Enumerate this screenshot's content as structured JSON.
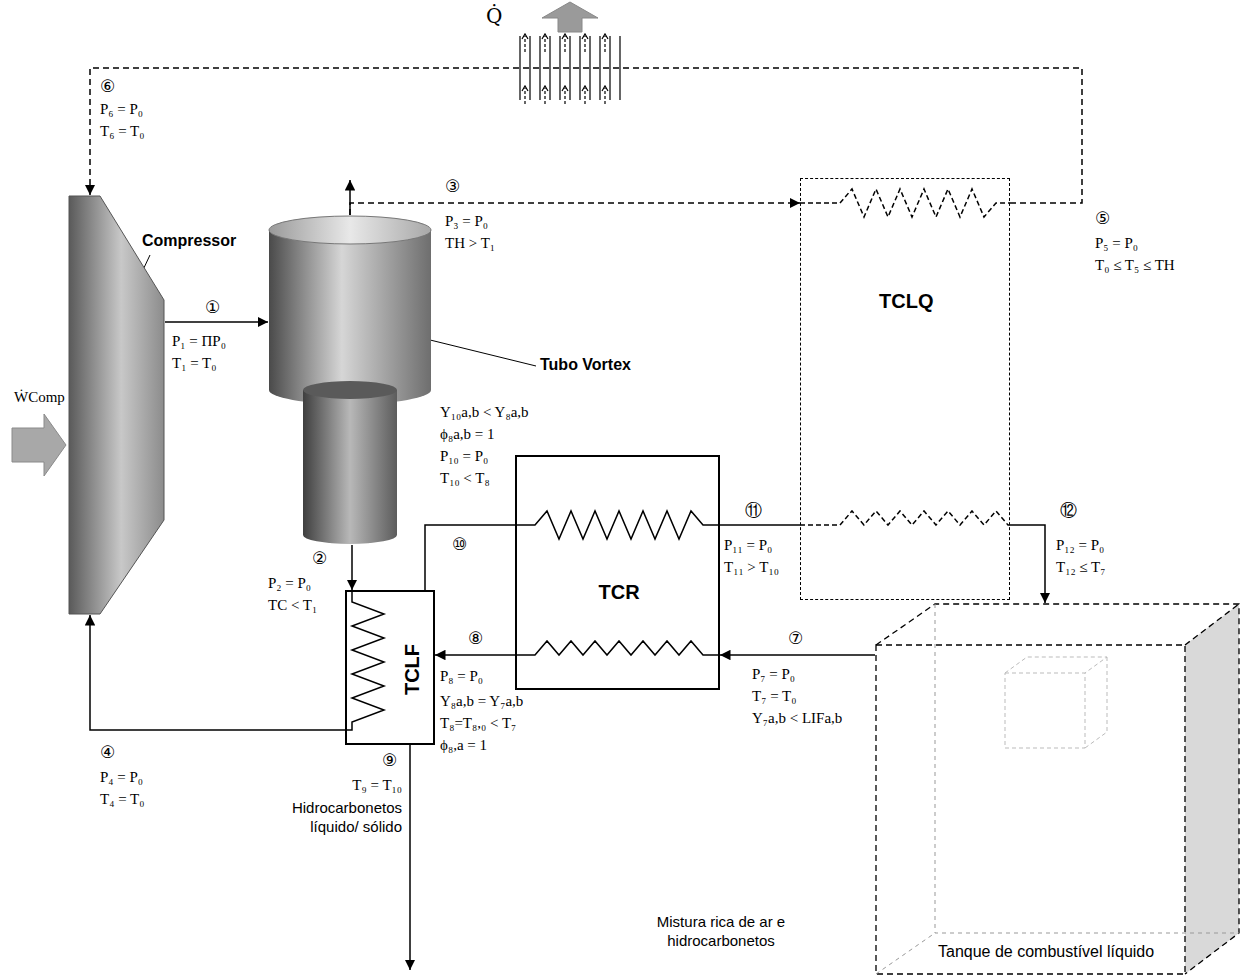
{
  "diagram": {
    "nodes": [
      {
        "text": [
          "Compressor"
        ]
      },
      {
        "text": [
          "Tubo Vortex"
        ]
      },
      {
        "text": [
          "TCLQ"
        ]
      },
      {
        "text": [
          "TCLF"
        ]
      },
      {
        "text": [
          "TCR"
        ]
      },
      {
        "text": [
          "Tanque de combustível líquido"
        ]
      }
    ],
    "edges": [
      {
        "from": 0,
        "to": 1,
        "arrow": "to"
      },
      {
        "from": 1,
        "to": 2,
        "arrow": "to"
      },
      {
        "from": 1,
        "to": 3,
        "arrow": "to"
      },
      {
        "from": 3,
        "to": 0,
        "arrow": "to"
      },
      {
        "from": 2,
        "to": 0,
        "arrow": "to"
      },
      {
        "from": 5,
        "to": 4,
        "arrow": "to"
      },
      {
        "from": 4,
        "to": 3,
        "arrow": "to"
      },
      {
        "from": 3,
        "to": 4,
        "arrow": "none"
      },
      {
        "from": 4,
        "to": 2,
        "arrow": "none"
      },
      {
        "from": 2,
        "to": 5,
        "arrow": "to"
      }
    ],
    "labels": [
      "Q̇",
      "⑥",
      "P₆ = P₀",
      "T₆ = T₀",
      "ẆComp",
      "①",
      "P₁ = ΠP₀",
      "T₁ = T₀",
      "③",
      "P₃ = P₀",
      "TH > T₁",
      "Y₁₀a,b < Y₈a,b",
      "ϕ₈a,b = 1",
      "P₁₀ = P₀",
      "T₁₀ < T₈",
      "⑤",
      "P₅ = P₀",
      "T₀ ≤ T₅ ≤ TH",
      "②",
      "P₂ = P₀",
      "TC < T₁",
      "⑩",
      "⑪",
      "P₁₁ = P₀",
      "T₁₁ > T₁₀",
      "⑫",
      "P₁₂ = P₀",
      "T₁₂ ≤ T₇",
      "④",
      "P₄ = P₀",
      "T₄ = T₀",
      "⑨",
      "T₉ = T₁₀",
      "Hidrocarbonetos líquido/ sólido",
      "⑧",
      "P₈ = P₀",
      "Y₈a,b = Y₇a,b",
      "T₈=T₈,₀ < T₇",
      "ϕ₈,a = 1",
      "⑦",
      "P₇ = P₀",
      "T₇ = T₀",
      "Y₇a,b < LIFa,b",
      "Mistura rica de ar e hidrocarbonetos"
    ]
  }
}
